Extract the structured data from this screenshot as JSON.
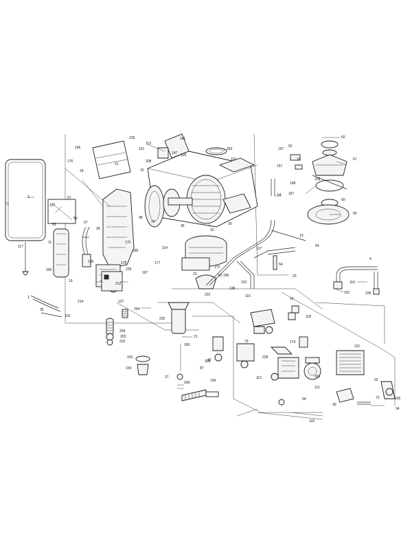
{
  "diagram": {
    "callouts": [
      {
        "id": "c2",
        "label": "2"
      },
      {
        "id": "c117",
        "label": "117"
      },
      {
        "id": "c1",
        "label": "1"
      },
      {
        "id": "c35",
        "label": "35"
      },
      {
        "id": "c118a",
        "label": "118"
      },
      {
        "id": "c57",
        "label": "57"
      },
      {
        "id": "c157a",
        "label": "157"
      },
      {
        "id": "c176",
        "label": "176"
      },
      {
        "id": "c18",
        "label": "18"
      },
      {
        "id": "c166",
        "label": "166"
      },
      {
        "id": "c51",
        "label": "51"
      },
      {
        "id": "c239",
        "label": "239"
      },
      {
        "id": "c113",
        "label": "113"
      },
      {
        "id": "c141",
        "label": "141"
      },
      {
        "id": "c161",
        "label": "161"
      },
      {
        "id": "c147",
        "label": "147"
      },
      {
        "id": "c208",
        "label": "208"
      },
      {
        "id": "c15",
        "label": "15"
      },
      {
        "id": "c126",
        "label": "126"
      },
      {
        "id": "c363",
        "label": "363"
      },
      {
        "id": "c110",
        "label": "110"
      },
      {
        "id": "c157b",
        "label": "157"
      },
      {
        "id": "c52",
        "label": "52"
      },
      {
        "id": "c14",
        "label": "14"
      },
      {
        "id": "c157c",
        "label": "157"
      },
      {
        "id": "c60a",
        "label": "60"
      },
      {
        "id": "c67",
        "label": "67"
      },
      {
        "id": "c198",
        "label": "198"
      },
      {
        "id": "c158",
        "label": "158"
      },
      {
        "id": "c167a",
        "label": "167"
      },
      {
        "id": "c60b",
        "label": "60"
      },
      {
        "id": "c90",
        "label": "90"
      },
      {
        "id": "c54a",
        "label": "54"
      },
      {
        "id": "c53",
        "label": "53"
      },
      {
        "id": "c59",
        "label": "59"
      },
      {
        "id": "c97",
        "label": "97"
      },
      {
        "id": "c28",
        "label": "28"
      },
      {
        "id": "c11",
        "label": "11"
      },
      {
        "id": "c200",
        "label": "200"
      },
      {
        "id": "c19",
        "label": "19"
      },
      {
        "id": "c135",
        "label": "135"
      },
      {
        "id": "c170",
        "label": "170"
      },
      {
        "id": "c185",
        "label": "185"
      },
      {
        "id": "c178",
        "label": "178"
      },
      {
        "id": "c229",
        "label": "229"
      },
      {
        "id": "c114",
        "label": "114"
      },
      {
        "id": "c177",
        "label": "177"
      },
      {
        "id": "c167b",
        "label": "167"
      },
      {
        "id": "c98",
        "label": "98"
      },
      {
        "id": "c10",
        "label": "10"
      },
      {
        "id": "c36",
        "label": "36"
      },
      {
        "id": "c20a",
        "label": "20"
      },
      {
        "id": "c20b",
        "label": "20"
      },
      {
        "id": "c13",
        "label": "13"
      },
      {
        "id": "c127",
        "label": "127"
      },
      {
        "id": "c54b",
        "label": "54"
      },
      {
        "id": "c54c",
        "label": "54"
      },
      {
        "id": "c20c",
        "label": "20"
      },
      {
        "id": "c4",
        "label": "4"
      },
      {
        "id": "c116",
        "label": "116"
      },
      {
        "id": "c151",
        "label": "151"
      },
      {
        "id": "c108",
        "label": "108"
      },
      {
        "id": "c22",
        "label": "22"
      },
      {
        "id": "c172",
        "label": "172"
      },
      {
        "id": "c61",
        "label": "61"
      },
      {
        "id": "c196",
        "label": "196"
      },
      {
        "id": "c153",
        "label": "153"
      },
      {
        "id": "c138",
        "label": "138"
      },
      {
        "id": "c115",
        "label": "115"
      },
      {
        "id": "c222",
        "label": "222"
      },
      {
        "id": "c212",
        "label": "212"
      },
      {
        "id": "c214",
        "label": "214"
      },
      {
        "id": "c137",
        "label": "137"
      },
      {
        "id": "c204a",
        "label": "204"
      },
      {
        "id": "c225",
        "label": "225"
      },
      {
        "id": "c204b",
        "label": "204"
      },
      {
        "id": "c203",
        "label": "203"
      },
      {
        "id": "c202",
        "label": "202"
      },
      {
        "id": "c21",
        "label": "21"
      },
      {
        "id": "c160",
        "label": "160"
      },
      {
        "id": "c156",
        "label": "156"
      },
      {
        "id": "c159",
        "label": "159"
      },
      {
        "id": "c27",
        "label": "27"
      },
      {
        "id": "c206",
        "label": "206"
      },
      {
        "id": "c109",
        "label": "109"
      },
      {
        "id": "c16",
        "label": "16"
      },
      {
        "id": "c118b",
        "label": "118"
      },
      {
        "id": "c121",
        "label": "121"
      },
      {
        "id": "c179",
        "label": "179"
      },
      {
        "id": "c228",
        "label": "228"
      },
      {
        "id": "c75",
        "label": "75"
      },
      {
        "id": "c306",
        "label": "306"
      },
      {
        "id": "c87",
        "label": "87"
      },
      {
        "id": "c40",
        "label": "40"
      },
      {
        "id": "c32",
        "label": "32"
      },
      {
        "id": "c191",
        "label": "191"
      },
      {
        "id": "c111",
        "label": "111"
      },
      {
        "id": "c112",
        "label": "112"
      },
      {
        "id": "c94",
        "label": "94"
      },
      {
        "id": "c30",
        "label": "30"
      },
      {
        "id": "c72",
        "label": "72"
      },
      {
        "id": "c100",
        "label": "100"
      },
      {
        "id": "c34",
        "label": "34"
      },
      {
        "id": "c102",
        "label": "102"
      }
    ]
  }
}
